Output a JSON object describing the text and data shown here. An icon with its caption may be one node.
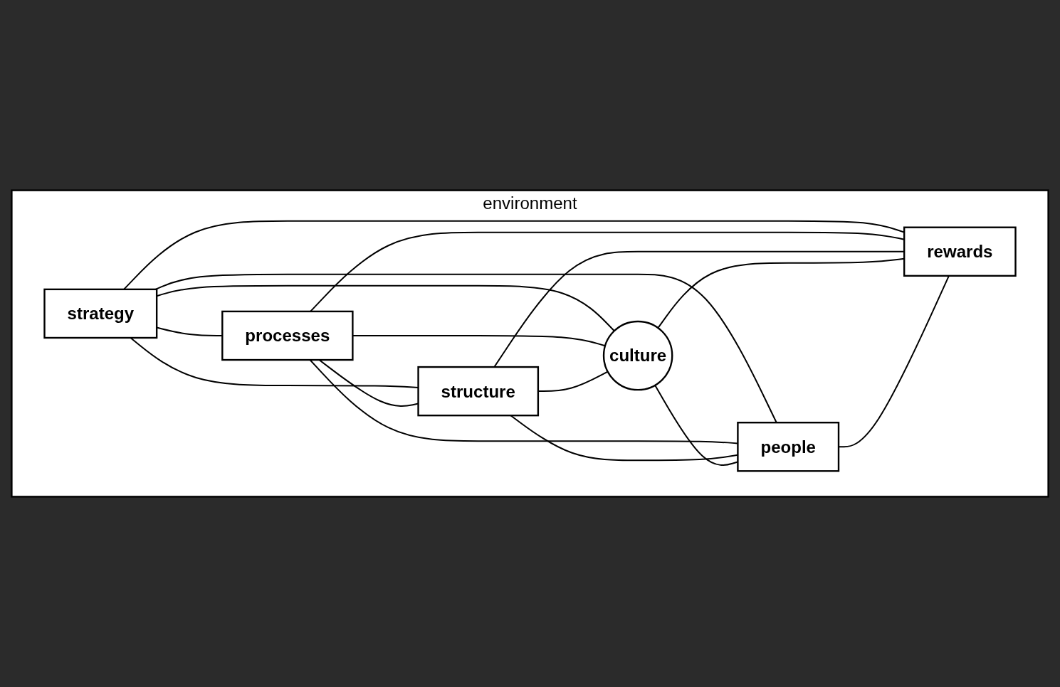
{
  "diagram": {
    "nodes": [
      {
        "text": [
          "environment"
        ]
      },
      {
        "text": [
          "strategy"
        ],
        "in": 0
      },
      {
        "text": [
          "processes"
        ],
        "in": 0
      },
      {
        "text": [
          "structure"
        ],
        "in": 0
      },
      {
        "text": [
          "culture"
        ],
        "in": 0
      },
      {
        "text": [
          "people"
        ],
        "in": 0
      },
      {
        "text": [
          "rewards"
        ],
        "in": 0
      }
    ],
    "edges": [
      {
        "from": 1,
        "to": 2,
        "arrow": "none"
      },
      {
        "from": 1,
        "to": 3,
        "arrow": "none"
      },
      {
        "from": 1,
        "to": 4,
        "arrow": "none"
      },
      {
        "from": 1,
        "to": 5,
        "arrow": "none"
      },
      {
        "from": 1,
        "to": 6,
        "arrow": "none"
      },
      {
        "from": 2,
        "to": 3,
        "arrow": "none"
      },
      {
        "from": 2,
        "to": 4,
        "arrow": "none"
      },
      {
        "from": 2,
        "to": 5,
        "arrow": "none"
      },
      {
        "from": 2,
        "to": 6,
        "arrow": "none"
      },
      {
        "from": 3,
        "to": 4,
        "arrow": "none"
      },
      {
        "from": 3,
        "to": 5,
        "arrow": "none"
      },
      {
        "from": 3,
        "to": 6,
        "arrow": "none"
      },
      {
        "from": 4,
        "to": 5,
        "arrow": "none"
      },
      {
        "from": 4,
        "to": 6,
        "arrow": "none"
      },
      {
        "from": 5,
        "to": 6,
        "arrow": "none"
      }
    ]
  }
}
